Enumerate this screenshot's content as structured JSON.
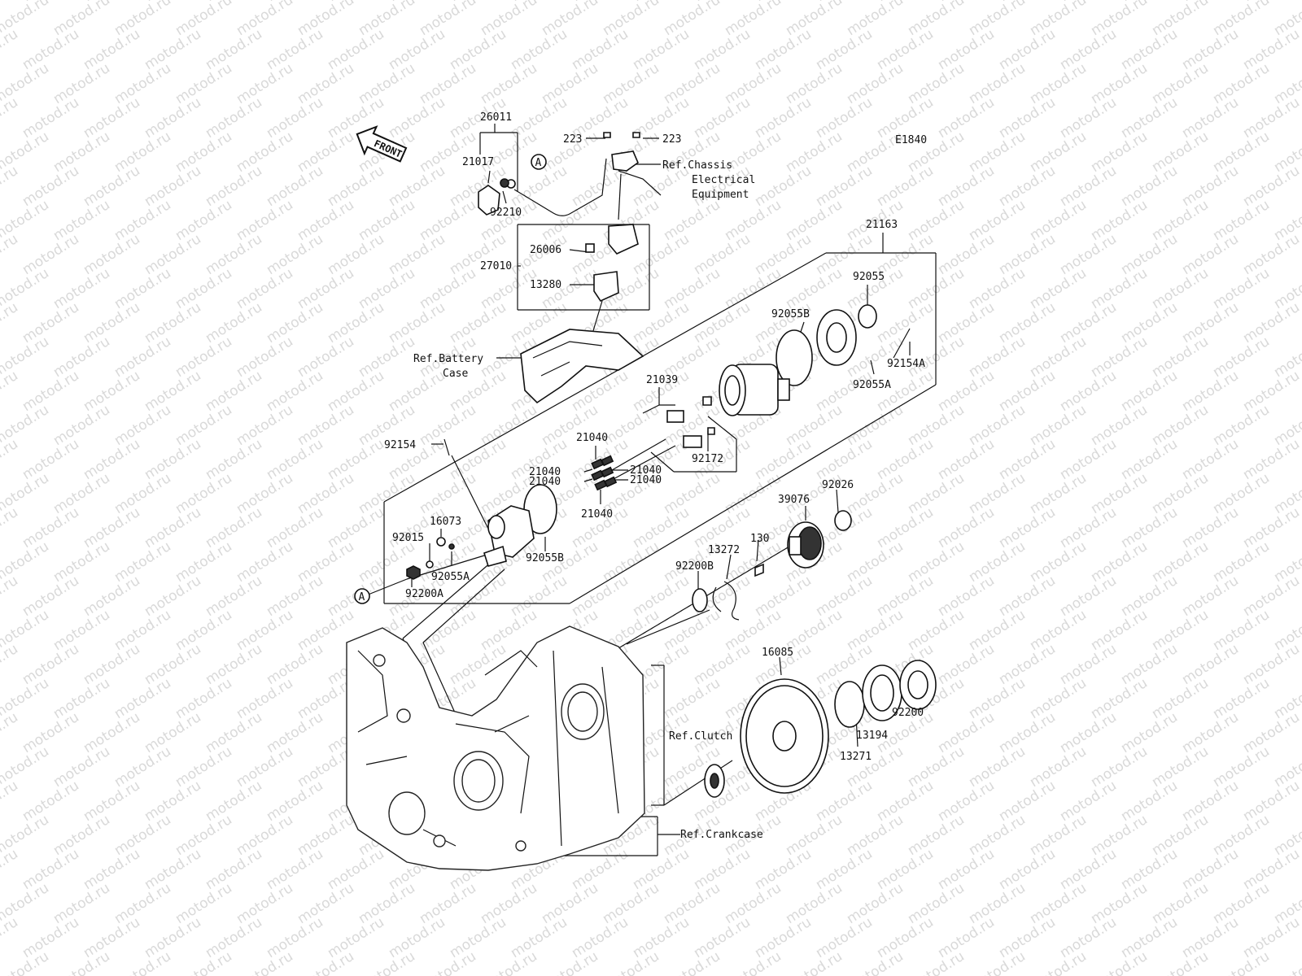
{
  "diagram_id": "E1840",
  "watermark": "motod.ru",
  "front_label": "FRONT",
  "callout_a": "A",
  "parts": [
    {
      "key": "p26011",
      "number": "26011"
    },
    {
      "key": "p21017",
      "number": "21017"
    },
    {
      "key": "p92210",
      "number": "92210"
    },
    {
      "key": "p223a",
      "number": "223"
    },
    {
      "key": "p223b",
      "number": "223"
    },
    {
      "key": "p27010",
      "number": "27010"
    },
    {
      "key": "p26006",
      "number": "26006"
    },
    {
      "key": "p13280",
      "number": "13280"
    },
    {
      "key": "p21163",
      "number": "21163"
    },
    {
      "key": "p92055",
      "number": "92055"
    },
    {
      "key": "p92055b1",
      "number": "92055B"
    },
    {
      "key": "p92154a",
      "number": "92154A"
    },
    {
      "key": "p92055a1",
      "number": "92055A"
    },
    {
      "key": "p21039",
      "number": "21039"
    },
    {
      "key": "p92172",
      "number": "92172"
    },
    {
      "key": "p21040a",
      "number": "21040"
    },
    {
      "key": "p21040b",
      "number": "21040"
    },
    {
      "key": "p21040c",
      "number": "21040"
    },
    {
      "key": "p21040d",
      "number": "21040"
    },
    {
      "key": "p21040e",
      "number": "21040"
    },
    {
      "key": "p21040f",
      "number": "21040"
    },
    {
      "key": "p92154",
      "number": "92154"
    },
    {
      "key": "p16073",
      "number": "16073"
    },
    {
      "key": "p92015",
      "number": "92015"
    },
    {
      "key": "p92055a2",
      "number": "92055A"
    },
    {
      "key": "p92200a",
      "number": "92200A"
    },
    {
      "key": "p92055b2",
      "number": "92055B"
    },
    {
      "key": "p92026",
      "number": "92026"
    },
    {
      "key": "p39076",
      "number": "39076"
    },
    {
      "key": "p130",
      "number": "130"
    },
    {
      "key": "p13272",
      "number": "13272"
    },
    {
      "key": "p92200b",
      "number": "92200B"
    },
    {
      "key": "p16085",
      "number": "16085"
    },
    {
      "key": "p92200",
      "number": "92200"
    },
    {
      "key": "p13194",
      "number": "13194"
    },
    {
      "key": "p13271",
      "number": "13271"
    }
  ],
  "references": {
    "chassis": [
      "Ref.Chassis",
      "Electrical",
      "Equipment"
    ],
    "battery": [
      "Ref.Battery",
      "Case"
    ],
    "clutch": "Ref.Clutch",
    "crankcase": "Ref.Crankcase"
  },
  "colors": {
    "line": "#111111",
    "watermark": "#d9d9d9",
    "background": "#ffffff"
  }
}
